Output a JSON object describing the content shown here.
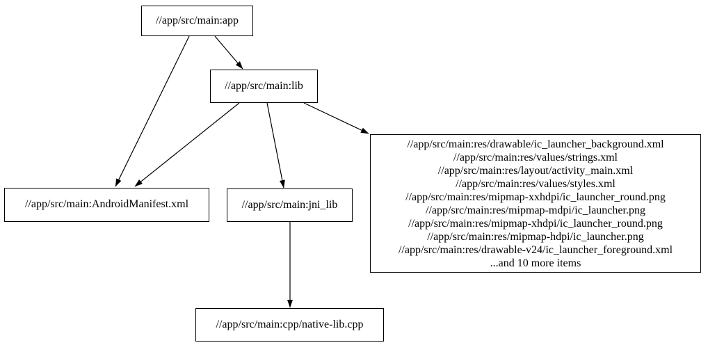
{
  "graph": {
    "background_color": "#ffffff",
    "edge_color": "#000000",
    "node_border_color": "#000000",
    "node_fill_color": "#ffffff",
    "text_color": "#000000",
    "nodes": {
      "app": {
        "label": "//app/src/main:app"
      },
      "lib": {
        "label": "//app/src/main:lib"
      },
      "manifest": {
        "label": "//app/src/main:AndroidManifest.xml"
      },
      "jni_lib": {
        "label": "//app/src/main:jni_lib"
      },
      "native_lib": {
        "label": "//app/src/main:cpp/native-lib.cpp"
      },
      "resources": {
        "lines": [
          "//app/src/main:res/drawable/ic_launcher_background.xml",
          "//app/src/main:res/values/strings.xml",
          "//app/src/main:res/layout/activity_main.xml",
          "//app/src/main:res/values/styles.xml",
          "//app/src/main:res/mipmap-xxhdpi/ic_launcher_round.png",
          "//app/src/main:res/mipmap-mdpi/ic_launcher.png",
          "//app/src/main:res/mipmap-xhdpi/ic_launcher_round.png",
          "//app/src/main:res/mipmap-hdpi/ic_launcher.png",
          "//app/src/main:res/drawable-v24/ic_launcher_foreground.xml",
          "...and 10 more items"
        ]
      }
    },
    "edges": [
      {
        "from": "app",
        "to": "manifest"
      },
      {
        "from": "app",
        "to": "lib"
      },
      {
        "from": "lib",
        "to": "manifest"
      },
      {
        "from": "lib",
        "to": "jni_lib"
      },
      {
        "from": "lib",
        "to": "resources"
      },
      {
        "from": "jni_lib",
        "to": "native_lib"
      }
    ]
  }
}
